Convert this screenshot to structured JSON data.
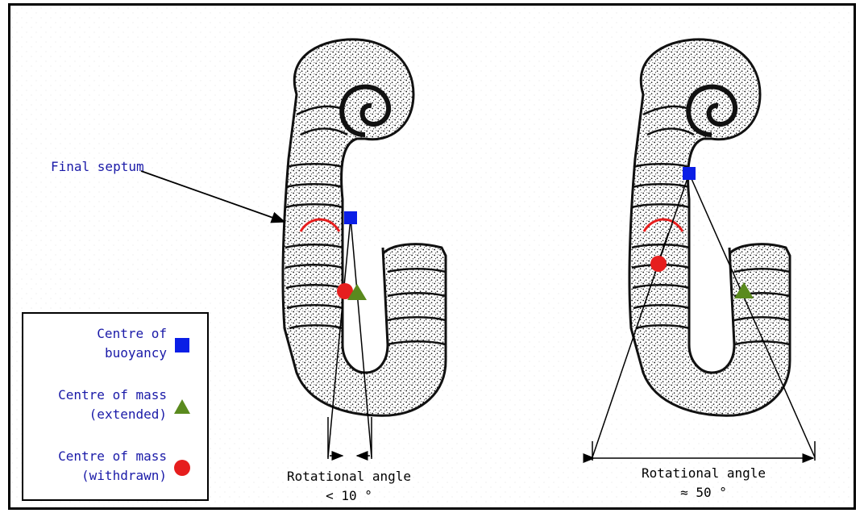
{
  "labels": {
    "final_septum": "Final septum",
    "left_angle_title": "Rotational angle",
    "left_angle_value": "< 10 °",
    "right_angle_title": "Rotational angle",
    "right_angle_value": "≈ 50 °"
  },
  "legend": [
    {
      "line1": "Centre of",
      "line2": "buoyancy",
      "symbol": "square",
      "color": "#0a1ee6"
    },
    {
      "line1": "Centre of mass",
      "line2": "(extended)",
      "symbol": "triangle",
      "color": "#5a8a1e"
    },
    {
      "line1": "Centre of mass",
      "line2": "(withdrawn)",
      "symbol": "circle",
      "color": "#e61e1e"
    }
  ],
  "colors": {
    "buoyancy": "#0a1ee6",
    "mass_extended": "#5a8a1e",
    "mass_withdrawn": "#e61e1e",
    "septum_arc": "#e61e1e",
    "text": "#1a1aa8",
    "shell": "#111111"
  }
}
